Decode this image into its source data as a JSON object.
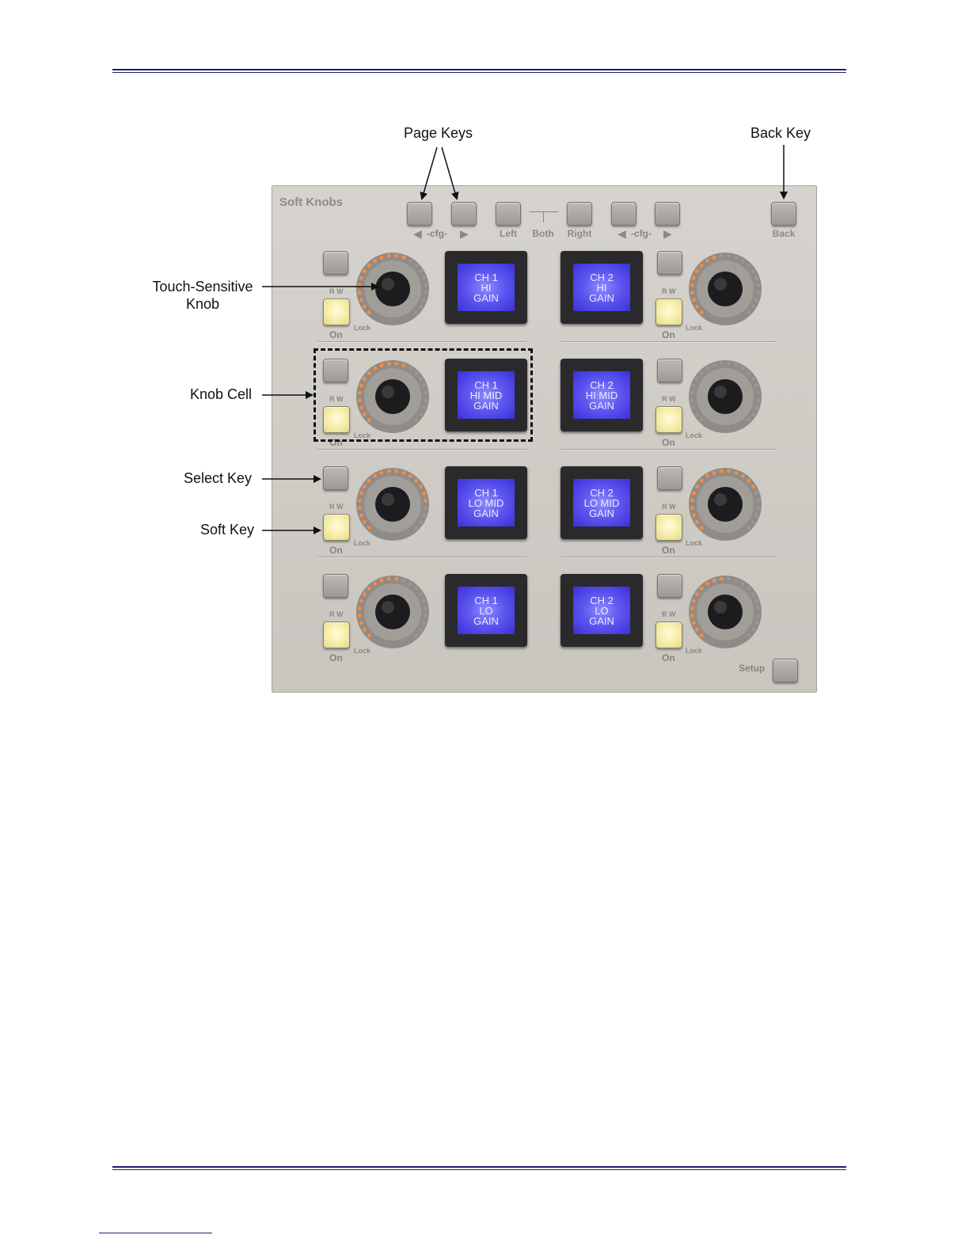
{
  "callouts": {
    "page_keys": "Page Keys",
    "back_key": "Back Key",
    "touch_line1": "Touch-Sensitive",
    "touch_line2": "Knob",
    "knob_cell": "Knob Cell",
    "select_key": "Select Key",
    "soft_key": "Soft Key"
  },
  "panel": {
    "title": "Soft Knobs",
    "top_keys": {
      "cfg_left": "-cfg-",
      "left": "Left",
      "both": "Both",
      "right": "Right",
      "cfg_right": "-cfg-",
      "back": "Back"
    },
    "setup": "Setup",
    "rw": "R  W",
    "on": "On",
    "lock": "Lock",
    "rows": [
      {
        "ch1": [
          "CH 1",
          "HI",
          "GAIN"
        ],
        "ch2": [
          "CH 2",
          "HI",
          "GAIN"
        ],
        "ch1_leds": 13,
        "ch2_leds": 10
      },
      {
        "ch1": [
          "CH 1",
          "HI MID",
          "GAIN"
        ],
        "ch2": [
          "CH 2",
          "HI MID",
          "GAIN"
        ],
        "ch1_leds": 13,
        "ch2_leds": 0
      },
      {
        "ch1": [
          "CH 1",
          "LO MID",
          "GAIN"
        ],
        "ch2": [
          "CH 2",
          "LO MID",
          "GAIN"
        ],
        "ch1_leds": 18,
        "ch2_leds": 16
      },
      {
        "ch1": [
          "CH 1",
          "LO",
          "GAIN"
        ],
        "ch2": [
          "CH 2",
          "LO",
          "GAIN"
        ],
        "ch1_leds": 12,
        "ch2_leds": 11
      }
    ]
  },
  "colors": {
    "rule": "#1c1f6b",
    "led_on": "#ff8a3d",
    "led_off": "#9a9792",
    "screen": "#4a40e6"
  }
}
